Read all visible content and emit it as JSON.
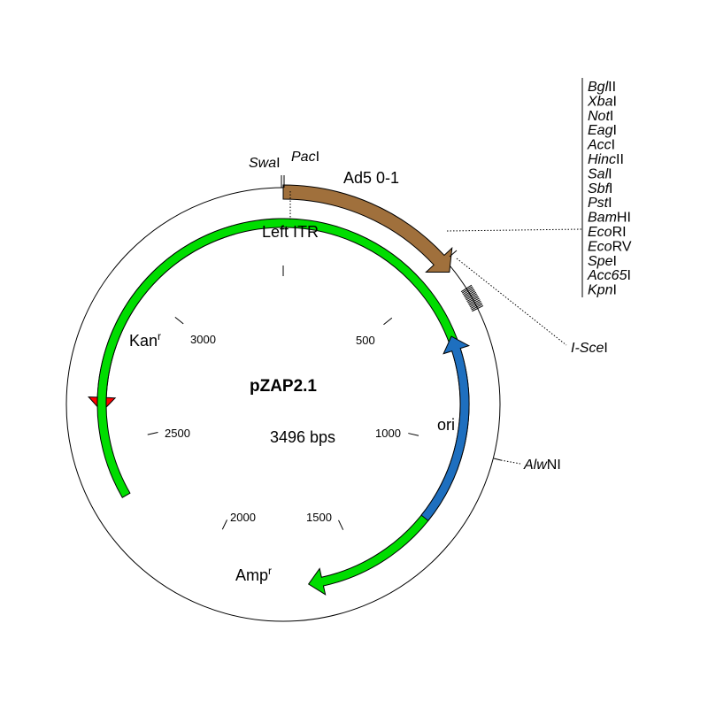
{
  "plasmid": {
    "name": "pZAP2.1",
    "size_label": "3496 bps",
    "length_bp": 3496
  },
  "features": [
    {
      "id": "ad5",
      "label": "Ad5 0-1",
      "color": "#A0703C",
      "start": 0,
      "end": 500,
      "direction": "cw"
    },
    {
      "id": "kan",
      "label": "Kan",
      "label_sup": "r",
      "color": "#FF0000",
      "start": 3340,
      "end": 2600,
      "direction": "ccw"
    },
    {
      "id": "amp",
      "label": "Amp",
      "label_sup": "r",
      "color": "#00DD00",
      "start": 2330,
      "end": 1670,
      "direction": "cw"
    },
    {
      "id": "ori",
      "label": "ori",
      "color": "#1E6FBF",
      "start": 1250,
      "end": 660,
      "direction": "ccw"
    }
  ],
  "feature_labels": {
    "left_itr": "Left ITR"
  },
  "ticks": [
    {
      "bp": 500,
      "label": "500"
    },
    {
      "bp": 1000,
      "label": "1000"
    },
    {
      "bp": 1500,
      "label": "1500"
    },
    {
      "bp": 2000,
      "label": "2000"
    },
    {
      "bp": 2500,
      "label": "2500"
    },
    {
      "bp": 3000,
      "label": "3000"
    },
    {
      "bp": 0,
      "label": ""
    }
  ],
  "sites_top": [
    {
      "italic": "Swa",
      "roman": "I"
    },
    {
      "italic": "Pac",
      "roman": "I"
    }
  ],
  "mcs_sites": [
    {
      "italic": "Bgl",
      "roman": "II"
    },
    {
      "italic": "Xba",
      "roman": "I"
    },
    {
      "italic": "Not",
      "roman": "I"
    },
    {
      "italic": "Eag",
      "roman": "I"
    },
    {
      "italic": "Acc",
      "roman": "I"
    },
    {
      "italic": "Hinc",
      "roman": "II"
    },
    {
      "italic": "Sal",
      "roman": "I"
    },
    {
      "italic": "Sbf",
      "roman": "I"
    },
    {
      "italic": "Pst",
      "roman": "I"
    },
    {
      "italic": "Bam",
      "roman": "HI"
    },
    {
      "italic": "Eco",
      "roman": "RI"
    },
    {
      "italic": "Eco",
      "roman": "RV"
    },
    {
      "italic": "Spe",
      "roman": "I"
    },
    {
      "italic": "Acc65",
      "roman": "I"
    },
    {
      "italic": "Kpn",
      "roman": "I"
    }
  ],
  "single_sites": [
    {
      "id": "scei",
      "italic": "I-Sce",
      "roman": "I"
    },
    {
      "id": "alwni",
      "italic": "Alw",
      "roman": "NI"
    }
  ],
  "colors": {
    "backbone": "#000000",
    "ad5": "#A0703C",
    "kan": "#FF0000",
    "amp": "#00DD00",
    "ori": "#1E6FBF"
  }
}
